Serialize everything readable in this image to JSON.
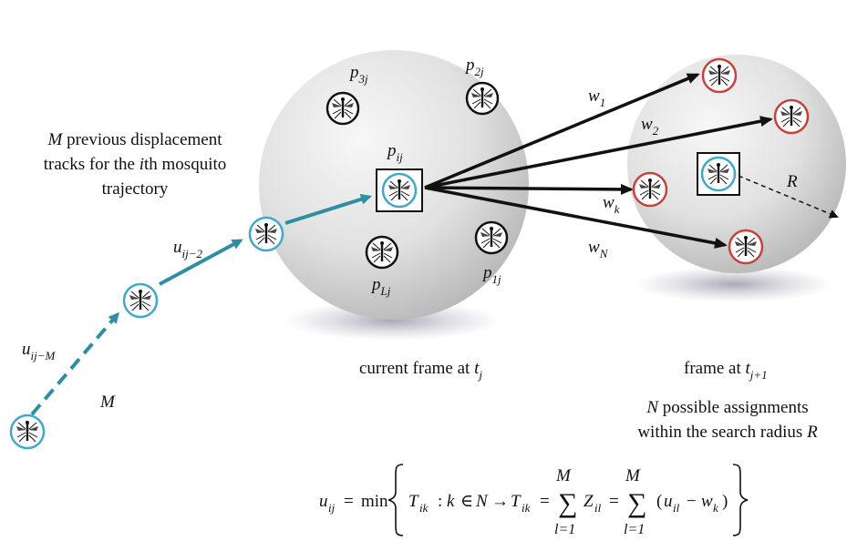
{
  "labels": {
    "tracks_desc_line1_rest": "previous displacement",
    "tracks_desc_line2_a": "tracks for the ",
    "tracks_desc_line2_b": "th mosquito",
    "tracks_desc_line3": "trajectory",
    "var_M": "M",
    "var_i": "i",
    "var_R": "R",
    "var_N": "N",
    "u": "u",
    "u_sub_1": "ij−2",
    "u_sub_2": "ij−M",
    "p": "p",
    "p_ij_sub": "ij",
    "p_2j_sub": "2j",
    "p_3j_sub": "3j",
    "p_1j_sub": "1j",
    "p_Lj_sub": "Lj",
    "w": "w",
    "w1_sub": "1",
    "w2_sub": "2",
    "wk_sub": "k",
    "wN_sub": "N",
    "t": "t",
    "current_frame_text": "current frame at ",
    "current_frame_sub": "j",
    "next_frame_text": "frame at ",
    "next_frame_sub": "j+1",
    "assign_line1_rest": " possible assignments",
    "assign_line2": "within the search radius "
  },
  "formula": {
    "lhs": "u",
    "lhs_sub": "ij",
    "eq": "=",
    "min": "min",
    "T": "T",
    "T_sub": "ik",
    "colon": ":",
    "k": "k",
    "in": "∈",
    "N": "N",
    "arrow": "→",
    "sum_top": "M",
    "sum_bottom": "l=1",
    "Z": "Z",
    "Z_sub": "il",
    "paren_open": "(",
    "u_sub": "il",
    "minus": "−",
    "w": "w",
    "w_sub": "k",
    "paren_close": ")"
  },
  "colors": {
    "track_teal": "#2e8fa3",
    "ring_teal": "#3fa9c7",
    "ring_red": "#c2443d",
    "ring_black": "#111111",
    "sphere_light": "#f4f4f4",
    "sphere_dark": "#b9b9b9",
    "shadow": "#9a9aa8"
  },
  "icons": [
    "mosquito-icon",
    "dashed-radius-arrow",
    "selection-box"
  ]
}
